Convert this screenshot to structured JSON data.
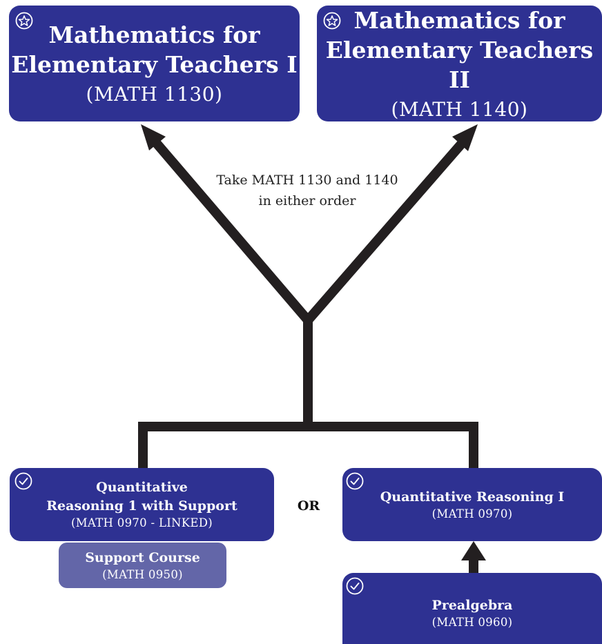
{
  "courses": {
    "math1130": {
      "title_line1": "Mathematics for",
      "title_line2": "Elementary Teachers I",
      "code": "(MATH 1130)",
      "icon": "star-circle-icon"
    },
    "math1140": {
      "title_line1": "Mathematics for",
      "title_line2": "Elementary Teachers II",
      "code": "(MATH 1140)",
      "icon": "star-circle-icon"
    },
    "qr_support": {
      "title_line1": "Quantitative",
      "title_line2": "Reasoning 1 with Support",
      "code": "(MATH 0970 - LINKED)",
      "icon": "check-circle-icon"
    },
    "support_course": {
      "title": "Support Course",
      "code": "(MATH 0950)"
    },
    "qr1": {
      "title": "Quantitative Reasoning I",
      "code": "(MATH 0970)",
      "icon": "check-circle-icon"
    },
    "prealgebra": {
      "title": "Prealgebra",
      "code": "(MATH 0960)",
      "icon": "check-circle-icon"
    }
  },
  "note": {
    "line1": "Take MATH 1130 and 1140",
    "line2": "in either order"
  },
  "or_label": "OR",
  "colors": {
    "course_box": "#2e3192",
    "support_box": "#6366a8",
    "connector": "#231f20",
    "text_on_box": "#ffffff"
  }
}
